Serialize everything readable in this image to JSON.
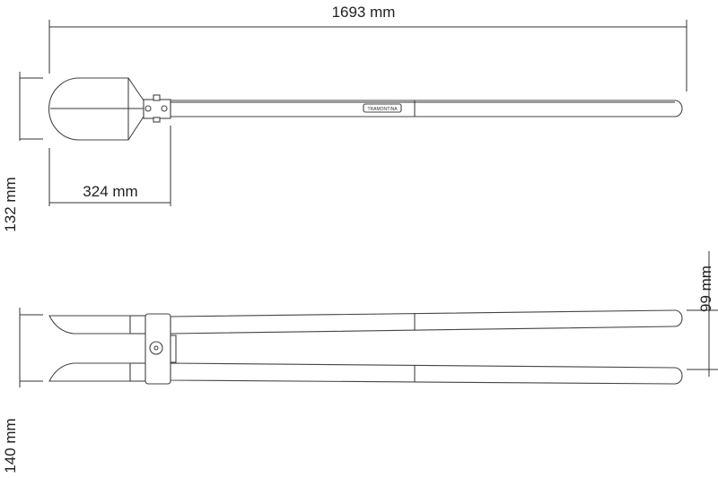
{
  "dimensions": {
    "total_length": "1693 mm",
    "blade_length": "324 mm",
    "blade_width": "132 mm",
    "handle_spread": "99 mm",
    "open_width": "140 mm"
  },
  "brand_mark": "TRAMONTINA"
}
